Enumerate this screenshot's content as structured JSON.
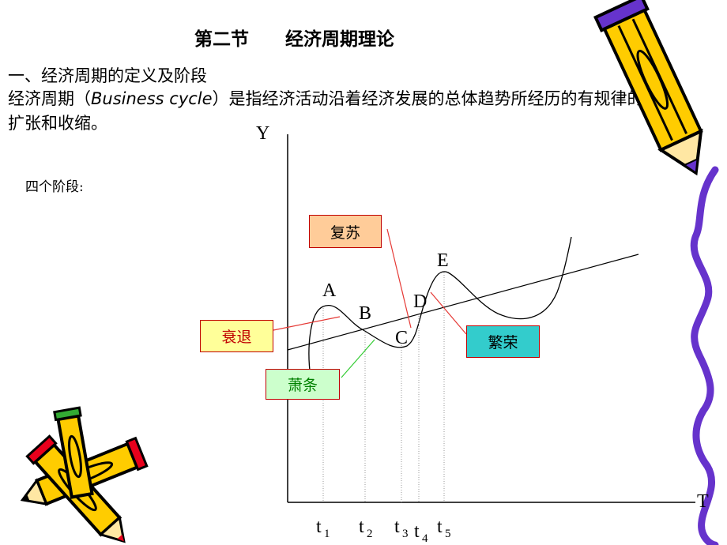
{
  "title": "第二节　　经济周期理论",
  "section_heading": "一、经济周期的定义及阶段",
  "definition": {
    "prefix": "经济周期（",
    "term": "Business cycle",
    "suffix": "）是指经济活动沿着经济发展的总体趋势所经历的有规律的扩张和收缩。"
  },
  "four_stages_label": "四个阶段:",
  "axes": {
    "y": "Y",
    "x": "T"
  },
  "points": {
    "A": "A",
    "B": "B",
    "C": "C",
    "D": "D",
    "E": "E"
  },
  "time_marks": [
    {
      "base": "t",
      "sub": "1"
    },
    {
      "base": "t",
      "sub": "2"
    },
    {
      "base": "t",
      "sub": "3"
    },
    {
      "base": "t",
      "sub": "4"
    },
    {
      "base": "t",
      "sub": "5"
    }
  ],
  "stages": {
    "recovery": {
      "label": "复苏",
      "bg": "#ffcc99",
      "text": "#000000"
    },
    "recession": {
      "label": "衰退",
      "bg": "#ffff99",
      "text": "#c00000"
    },
    "prosperity": {
      "label": "繁荣",
      "bg": "#33cccc",
      "text": "#000000"
    },
    "depression": {
      "label": "萧条",
      "bg": "#ccffcc",
      "text": "#008000"
    }
  },
  "colors": {
    "leader_red": "#e53935",
    "leader_green": "#33cc33",
    "pencil_body": "#ffcc00",
    "pencil_outline": "#000000",
    "pencil_tip_red": "#e8001c",
    "pencil_tip_blue": "#5500cc",
    "border_purple": "#6633cc"
  }
}
